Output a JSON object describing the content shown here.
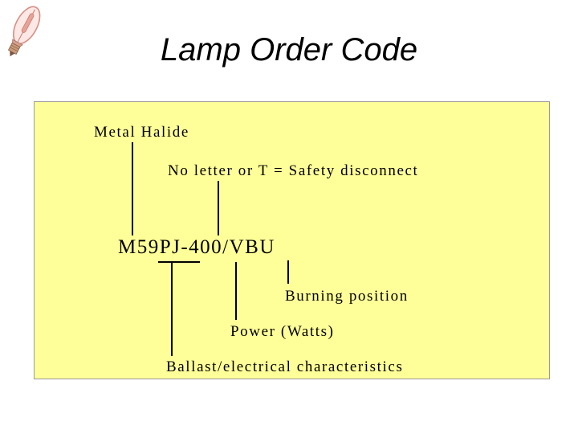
{
  "slide": {
    "title": "Lamp Order Code",
    "icon": "metal-halide-lamp-icon"
  },
  "diagram": {
    "background": "#ffff99",
    "labels": {
      "metal_halide": "Metal Halide",
      "safety_disconnect": "No letter or T = Safety disconnect",
      "order_code": "M59PJ-400/VBU",
      "burning_position": "Burning position",
      "power_watts": "Power (Watts)",
      "ballast": "Ballast/electrical characteristics"
    }
  }
}
